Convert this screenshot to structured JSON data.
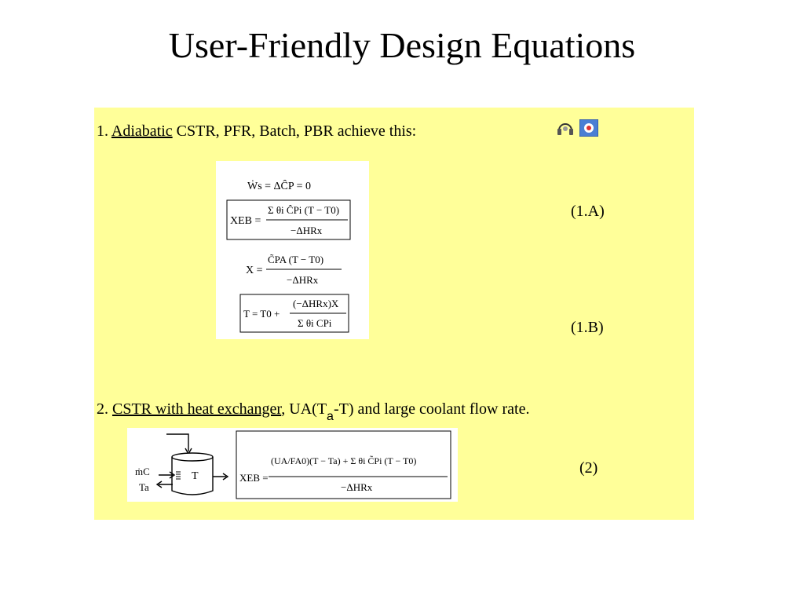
{
  "slide": {
    "title": "User-Friendly Design Equations"
  },
  "item1": {
    "number": "1.",
    "keyword": "Adiabatic",
    "rest": " CSTR, PFR, Batch, PBR achieve this:",
    "icons": [
      "headphones-icon",
      "speaker-icon"
    ],
    "equations": {
      "eq_ws": "Ẇs = ΔĈP = 0",
      "eq_xeb_lhs": "XEB =",
      "eq_xeb_num": "Σ θi ĈPi (T − T0)",
      "eq_xeb_den": "−ΔHRx",
      "eq_x_lhs": "X =",
      "eq_x_num": "C̃PA (T − T0)",
      "eq_x_den": "−ΔHRx",
      "eq_t_lhs": "T = T0 +",
      "eq_t_num": "(−ΔHRx)X",
      "eq_t_den": "Σ θi CPi"
    },
    "label_a": "(1.A)",
    "label_b": "(1.B)"
  },
  "item2": {
    "number": "2.",
    "keyword": "CSTR with heat exchanger",
    "rest_pre": ", UA(T",
    "rest_sub": "a",
    "rest_post": "-T) and large coolant flow rate.",
    "diagram": {
      "mc": "ṁC",
      "ta": "Ta",
      "t": "T"
    },
    "equation": {
      "lhs": "XEB =",
      "num": "(UA/FA0)(T − Ta) + Σ θi C̃Pi (T − T0)",
      "den": "−ΔHRx"
    },
    "label": "(2)"
  },
  "colors": {
    "panel": "#ffff99",
    "background": "#ffffff"
  }
}
